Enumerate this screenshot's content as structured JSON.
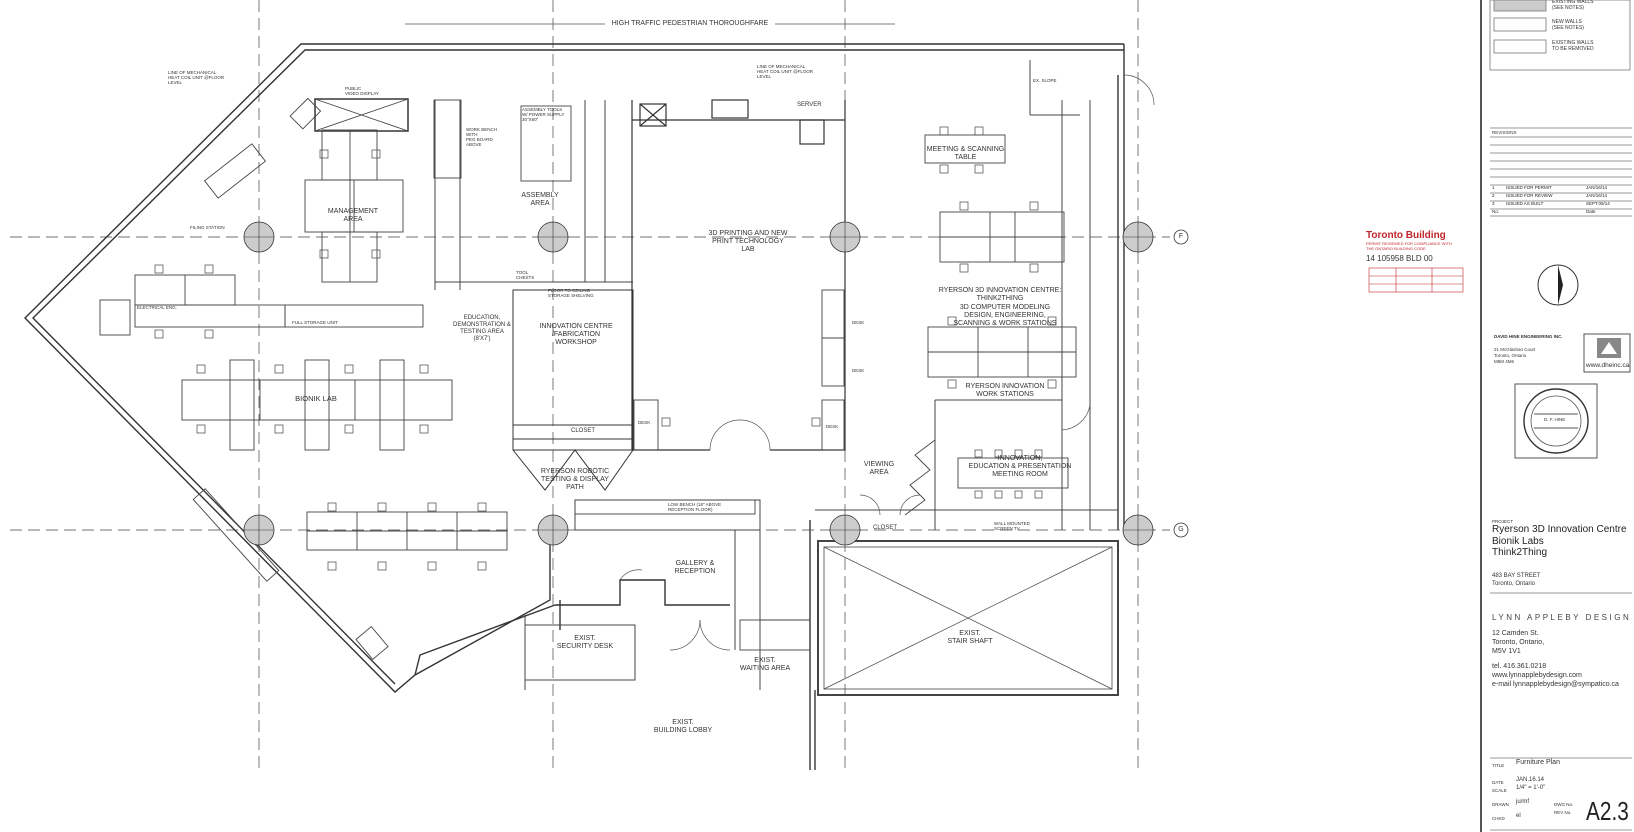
{
  "drawing": {
    "labels": {
      "thoroughfare": "HIGH TRAFFIC PEDESTRIAN THOROUGHFARE",
      "mech_left": "LINE OF MECHANICAL\nHEAT COIL UNIT @FLOOR\nLEVEL",
      "mech_mid": "LINE OF MECHANICAL\nHEAT COIL UNIT @FLOOR\nLEVEL",
      "public_display": "PUBLIC\nVIDEO DISPLAY",
      "workbench": "WORK BENCH\nWITH\nPEG BOARD\nABOVE",
      "assembly_tools": "ASSEMBLY TOOLS\nW/ POWER SUPPLY\n30\"x60\"",
      "server": "SERVER",
      "ex_slope": "EX. SLOPE",
      "management": "MANAGEMENT\nAREA",
      "assembly": "ASSEMBLY\nAREA",
      "printing_lab": "3D PRINTING AND NEW\nPRINT TECHNOLOGY\nLAB",
      "meeting_scanning": "MEETING & SCANNING\nTABLE",
      "filing_station": "FILING STATION",
      "electrical_eng": "ELECTRICAL ENG.",
      "tool_chests": "TOOL\nCHESTS",
      "floor_ceiling": "FLOOR TO CEILING\nSTORAGE SHELVING",
      "full_storage": "FULL STORAGE UNIT",
      "education_area": "EDUCATION,\nDEMONSTRATION &\nTESTING AREA\n(8'x7')",
      "innovation_workshop": "INNOVATION CENTRE\n/FABRICATION\nWORKSHOP",
      "thinkthing": "RYERSON 3D INNOVATION CENTRE:\nTHINK2THING",
      "modeling": "3D COMPUTER MODELING\nDESIGN, ENGINEERING,\nSCANNING & WORK STATIONS",
      "bionik_lab": "BIONIK LAB",
      "work_stations": "RYERSON INNOVATION\nWORK STATIONS",
      "closet": "CLOSET",
      "robotic_path": "RYERSON ROBOTIC\nTESTING & DISPLAY\nPATH",
      "viewing_area": "VIEWING\nAREA",
      "innovation_meeting": "INNOVATION,\nEDUCATION & PRESENTATION\nMEETING ROOM",
      "low_bench": "LOW BENCH (18\" ABOVE\nRECEPTION FLOOR)",
      "closet2": "CLOSET",
      "wall_mounted": "WALL MOUNTED\nSCREEN TV",
      "gallery": "GALLERY &\nRECEPTION",
      "security_desk": "EXIST.\nSECURITY DESK",
      "waiting_area": "EXIST.\nWAITING AREA",
      "stair_shaft": "EXIST.\nSTAIR SHAFT",
      "building_lobby": "EXIST.\nBUILDING LOBBY",
      "desk": "DESK",
      "grid_f": "F",
      "grid_g": "G"
    }
  },
  "title_block": {
    "legend": [
      {
        "text": "EXISTING WALLS\n(SEE NOTES)"
      },
      {
        "text": "NEW WALLS\n(SEE NOTES)"
      },
      {
        "text": "EXISTING WALLS\nTO BE REMOVED"
      }
    ],
    "revisions_header": "REVISIONS",
    "revisions": [
      {
        "no": "1",
        "desc": "ISSUED FOR PERMIT",
        "date": "JAN/16/14"
      },
      {
        "no": "2",
        "desc": "ISSUED FOR REVIEW",
        "date": "JAN/16/14"
      },
      {
        "no": "3",
        "desc": "ISSUED AS BUILT",
        "date": "SEPT.05/14"
      },
      {
        "no": "No.",
        "desc": "",
        "date": "Date"
      }
    ],
    "toronto": {
      "logo": "Toronto Building",
      "permit_text": "PERMIT REVIEWED FOR COMPLIANCE WITH\nTHE ONTARIO BUILDING CODE",
      "permit_no": "14 105958 BLD 00",
      "color": "#c0262c"
    },
    "engineer": {
      "name": "DAVID HINE ENGINEERING INC.",
      "address": "21 McGlashan Court\nToronto, Ontario\nM5M 4M6",
      "web": "www.dheinc.ca",
      "stamp_name": "D. F. HINE"
    },
    "project_label": "PROJECT",
    "project": "Ryerson 3D Innovation Centre\nBionik Labs\nThink2Thing",
    "address": "483 BAY STREET\nToronto, Ontario",
    "designer": "LYNN APPLEBY DESIGN",
    "designer_address": "12 Camden St.\nToronto, Ontario,\nM5V 1V1",
    "designer_contact": "tel. 416.361.0218\nwww.lynnapplebydesign.com\ne-mail lynnapplebydesign@sympatico.ca",
    "title_label": "TITLE",
    "title": "Furniture Plan",
    "date_label": "DATE",
    "date": "JAN.16.14",
    "scale_label": "SCALE",
    "scale": "1/4\" = 1'-0\"",
    "drawn_label": "DRAWN",
    "drawn": "ju/mf",
    "chkd_label": "CHKD",
    "chkd": "el",
    "dwg_label": "DWG No.",
    "rev_label": "REV No.",
    "sheet": "A2.3"
  }
}
